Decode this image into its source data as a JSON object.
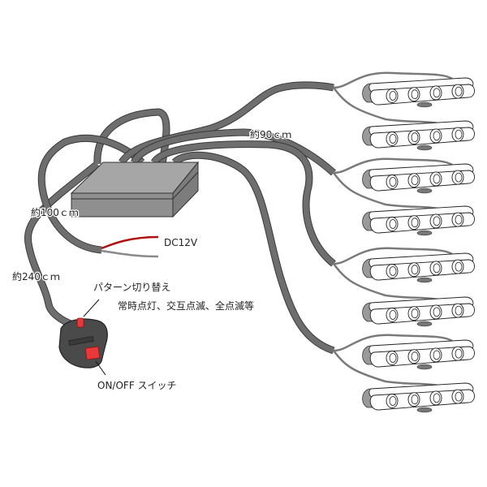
{
  "diagram": {
    "title": "LED light bar wiring diagram",
    "colors": {
      "cable": "#6e6e6e",
      "cable_outline": "#3a3a3a",
      "box_top": "#a6a6a6",
      "box_front": "#8f8f8f",
      "box_side": "#7c7c7c",
      "wire_red": "#b01010",
      "wire_gray": "#888888",
      "led_body": "#ffffff",
      "led_end": "#9a9a9a",
      "switch_body": "#4a4a4a",
      "switch_red": "#e8383a"
    },
    "labels": {
      "cable_to_leds": "約90ｃｍ",
      "cable_to_power": "約100ｃｍ",
      "cable_to_switch": "約240ｃｍ",
      "power_input": "DC12V",
      "pattern_button": "パターン切り替え",
      "pattern_modes": "常時点灯、交互点滅、全点滅等",
      "power_switch": "ON/OFF スイッチ"
    },
    "led_bars": {
      "count": 8,
      "leds_per_bar": 4,
      "pairs_per_cable": 2
    },
    "components": [
      "control-box",
      "pattern-switch-controller",
      "power-lead"
    ]
  }
}
